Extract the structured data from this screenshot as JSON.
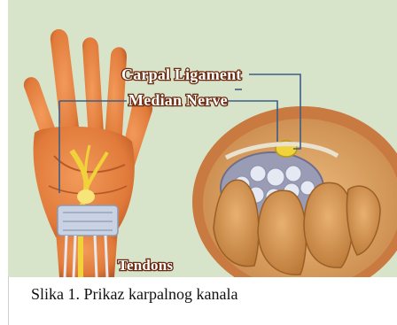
{
  "figure": {
    "labels": {
      "carpal_ligament": "Carpal Ligament",
      "median_nerve": "Median Nerve",
      "tendons": "Tendons"
    },
    "caption": "Slika 1. Prikaz karpalnog kanala"
  },
  "colors": {
    "background": "#d8e4c9",
    "skin": "#e07a3a",
    "skin_shadow": "#b85826",
    "nerve": "#f0d23a",
    "tissue": "#d9a15f",
    "bone": "#cf9147",
    "tendon": "#c9d2e3",
    "callout_line": "#3b5e87"
  }
}
